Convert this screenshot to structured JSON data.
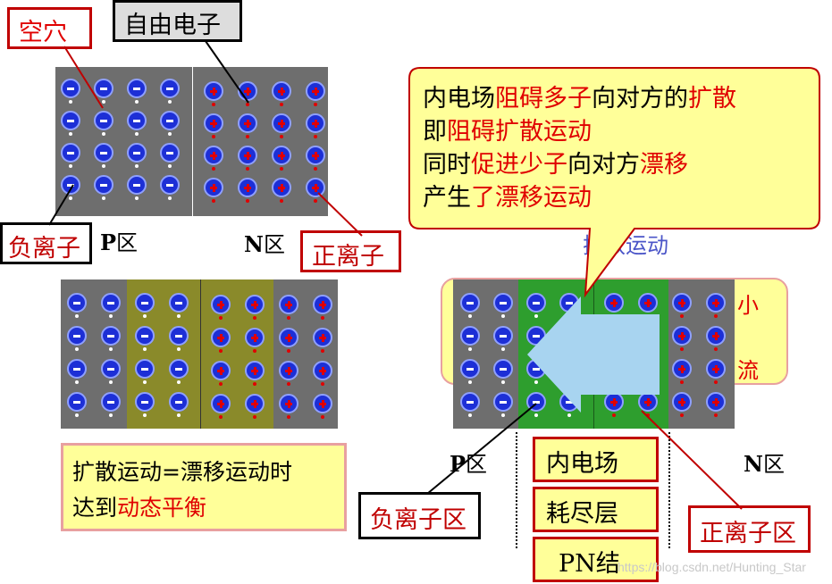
{
  "labels": {
    "hole": "空穴",
    "free_electron": "自由电子",
    "negative_ion": "负离子",
    "p_region": "P区",
    "n_region": "N区",
    "positive_ion": "正离子",
    "diffusion_faded": "扩散运动",
    "faded_small": "小",
    "faded_flow": "流",
    "p_region_right": "P区",
    "n_region_right": "N区",
    "negative_ion_region": "负离子区",
    "positive_ion_region": "正离子区",
    "inner_field": "内电场",
    "depletion_layer": "耗尽层",
    "pn_junction": "PN结",
    "watermark": "https://blog.csdn.net/Hunting_Star"
  },
  "equilibrium_note": {
    "line1": "扩散运动=漂移运动时",
    "line2_plain": "达到",
    "line2_red": "动态平衡"
  },
  "callout": {
    "l1": [
      "内电场",
      "阻碍多子",
      "向对方的",
      "扩散"
    ],
    "l2": [
      "即",
      "阻碍扩散运动"
    ],
    "l3": [
      "同时",
      "促进少子",
      "向对方",
      "漂移"
    ],
    "l4": [
      "产生",
      "了漂移运动"
    ]
  },
  "colors": {
    "ion": "#1d2fd6",
    "lattice_gray": "#707070",
    "depletion_olive": "#8a8a2a",
    "depletion_green": "#2e9e2e",
    "callout_fill": "#ffff99",
    "callout_border": "#c00000",
    "arrow": "#a8d4f0",
    "red_text": "#e00000"
  }
}
